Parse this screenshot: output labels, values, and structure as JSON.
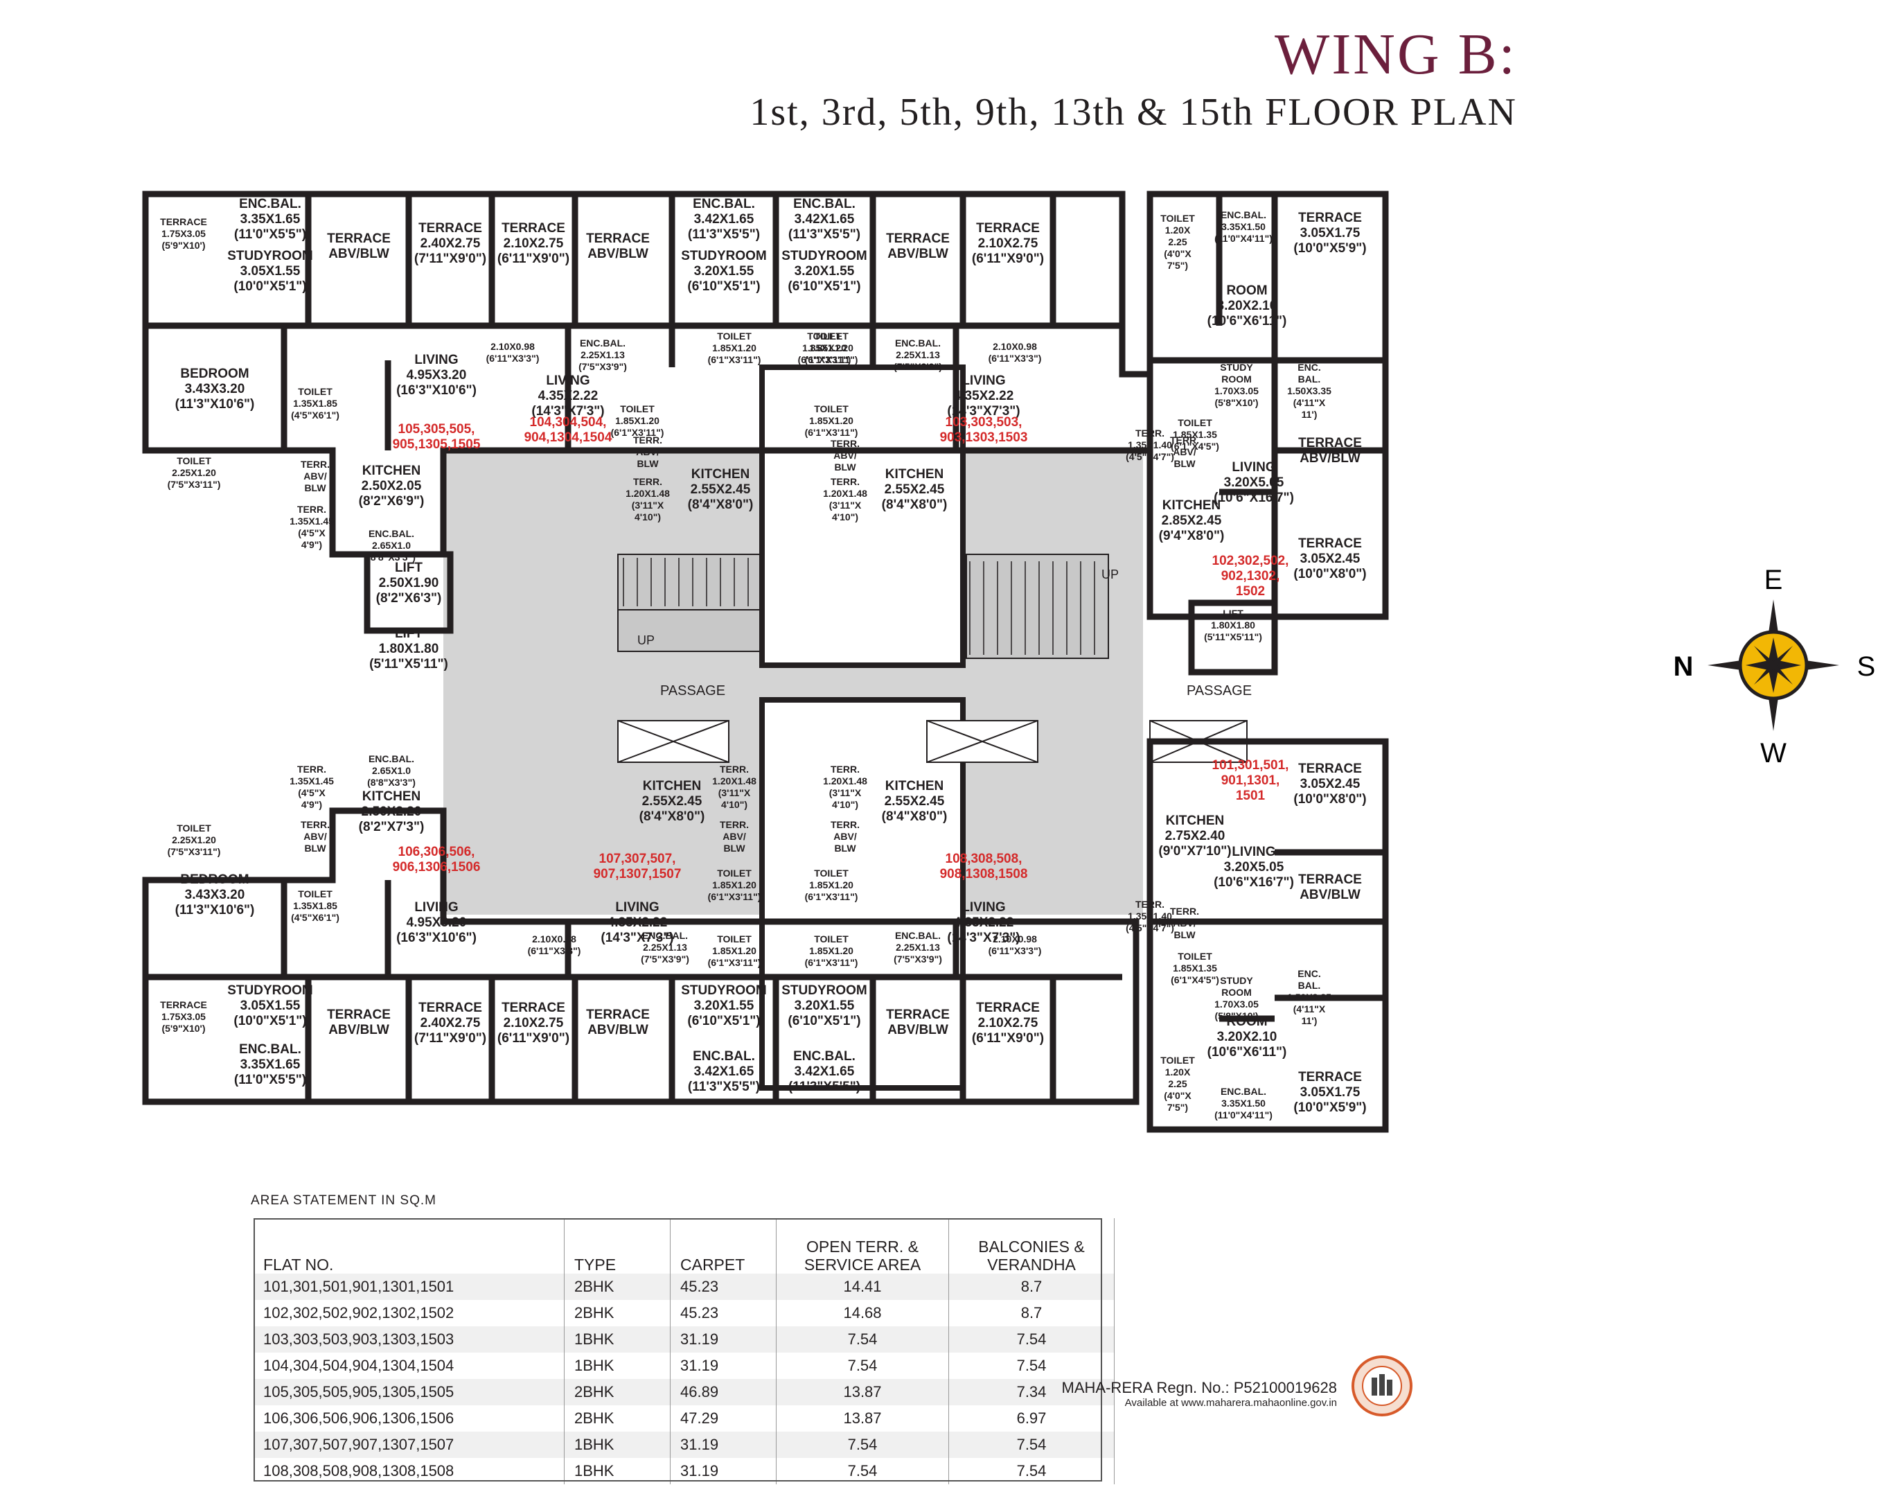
{
  "header": {
    "title": "WING B:",
    "subtitle": "1st, 3rd, 5th, 9th, 13th & 15th FLOOR PLAN"
  },
  "compass": {
    "e": "E",
    "s": "S",
    "w": "W",
    "n": "N"
  },
  "plan": {
    "rooms": [
      {
        "id": "nw-terrace",
        "l": [
          "TERRACE",
          "1.75X3.05",
          "(5'9\"X10')"
        ]
      },
      {
        "id": "nw-encbal",
        "l": [
          "ENC.BAL.",
          "3.35X1.65",
          "(11'0\"X5'5\")"
        ]
      },
      {
        "id": "nw-studyroom",
        "l": [
          "STUDYROOM",
          "3.05X1.55",
          "(10'0\"X5'1\")"
        ]
      },
      {
        "id": "nw-terrace-abv",
        "l": [
          "TERRACE",
          "ABV/BLW"
        ]
      },
      {
        "id": "nw-terrace-2",
        "l": [
          "TERRACE",
          "2.40X2.75",
          "(7'11\"X9'0\")"
        ]
      },
      {
        "id": "n1-terrace",
        "l": [
          "TERRACE",
          "2.10X2.75",
          "(6'11\"X9'0\")"
        ]
      },
      {
        "id": "n1-terrace-abv",
        "l": [
          "TERRACE",
          "ABV/BLW"
        ]
      },
      {
        "id": "n1-encbal",
        "l": [
          "ENC.BAL.",
          "3.42X1.65",
          "(11'3\"X5'5\")"
        ]
      },
      {
        "id": "n1-studyroom",
        "l": [
          "STUDYROOM",
          "3.20X1.55",
          "(6'10\"X5'1\")"
        ]
      },
      {
        "id": "n2-encbal",
        "l": [
          "ENC.BAL.",
          "3.42X1.65",
          "(11'3\"X5'5\")"
        ]
      },
      {
        "id": "n2-studyroom",
        "l": [
          "STUDYROOM",
          "3.20X1.55",
          "(6'10\"X5'1\")"
        ]
      },
      {
        "id": "n2-terrace-abv",
        "l": [
          "TERRACE",
          "ABV/BLW"
        ]
      },
      {
        "id": "n2-terrace",
        "l": [
          "TERRACE",
          "2.10X2.75",
          "(6'11\"X9'0\")"
        ]
      },
      {
        "id": "nw-bedroom",
        "l": [
          "BEDROOM",
          "3.43X3.20",
          "(11'3\"X10'6\")"
        ]
      },
      {
        "id": "nw-toilet-s",
        "l": [
          "TOILET",
          "1.35X1.85",
          "(4'5\"X6'1\")"
        ]
      },
      {
        "id": "nw-living",
        "l": [
          "LIVING",
          "4.95X3.20",
          "(16'3\"X10'6\")"
        ]
      },
      {
        "id": "nw-toilet",
        "l": [
          "TOILET",
          "2.25X1.20",
          "(7'5\"X3'11\")"
        ]
      },
      {
        "id": "nw-terr-abv",
        "l": [
          "TERR.",
          "ABV/",
          "BLW"
        ]
      },
      {
        "id": "nw-kitchen",
        "l": [
          "KITCHEN",
          "2.50X2.05",
          "(8'2\"X6'9\")"
        ]
      },
      {
        "id": "nw-terr-small",
        "l": [
          "TERR.",
          "1.35X1.45",
          "(4'5\"X",
          "4'9\")"
        ]
      },
      {
        "id": "nw-encbal-2",
        "l": [
          "ENC.BAL.",
          "2.65X1.0",
          "(8'8\"X3'3\")"
        ]
      },
      {
        "id": "lift-1",
        "l": [
          "LIFT",
          "2.50X1.90",
          "(8'2\"X6'3\")"
        ]
      },
      {
        "id": "lift-2",
        "l": [
          "LIFT",
          "1.80X1.80",
          "(5'11\"X5'11\")"
        ]
      },
      {
        "id": "n1-bal-small",
        "l": [
          "2.10X0.98",
          "(6'11\"X3'3\")"
        ]
      },
      {
        "id": "n1-encbal-2",
        "l": [
          "ENC.BAL.",
          "2.25X1.13",
          "(7'5\"X3'9\")"
        ]
      },
      {
        "id": "n1-living",
        "l": [
          "LIVING",
          "4.35X2.22",
          "(14'3\"X7'3\")"
        ]
      },
      {
        "id": "n1-toilet",
        "l": [
          "TOILET",
          "1.85X1.20",
          "(6'1\"X3'11\")"
        ]
      },
      {
        "id": "n1-toilet-2",
        "l": [
          "TOILET",
          "1.85X1.20",
          "(6'1\"X3'11\")"
        ]
      },
      {
        "id": "n2-toilet-2",
        "l": [
          "TOILET",
          "1.85X1.20",
          "(6'1\"X3'11\")"
        ]
      },
      {
        "id": "n1-terr-abv",
        "l": [
          "TERR.",
          "ABV/",
          "BLW"
        ]
      },
      {
        "id": "n1-terr-small",
        "l": [
          "TERR.",
          "1.20X1.48",
          "(3'11\"X",
          "4'10\")"
        ]
      },
      {
        "id": "n1-kitchen",
        "l": [
          "KITCHEN",
          "2.55X2.45",
          "(8'4\"X8'0\")"
        ]
      },
      {
        "id": "n2-toilet",
        "l": [
          "TOILET",
          "1.85X1.20",
          "(6'1\"X3'11\")"
        ]
      },
      {
        "id": "n2-encbal-2",
        "l": [
          "ENC.BAL.",
          "2.25X1.13",
          "(7'5\"X3'9\")"
        ]
      },
      {
        "id": "n2-bal-small",
        "l": [
          "2.10X0.98",
          "(6'11\"X3'3\")"
        ]
      },
      {
        "id": "n2-living",
        "l": [
          "LIVING",
          "4.35X2.22",
          "(14'3\"X7'3\")"
        ]
      },
      {
        "id": "n2-toilet-3",
        "l": [
          "TOILET",
          "1.85X1.20",
          "(6'1\"X3'11\")"
        ]
      },
      {
        "id": "n2-terr-abv",
        "l": [
          "TERR.",
          "ABV/",
          "BLW"
        ]
      },
      {
        "id": "n2-terr-small",
        "l": [
          "TERR.",
          "1.20X1.48",
          "(3'11\"X",
          "4'10\")"
        ]
      },
      {
        "id": "n2-kitchen",
        "l": [
          "KITCHEN",
          "2.55X2.45",
          "(8'4\"X8'0\")"
        ]
      },
      {
        "id": "e1-toilet-v",
        "l": [
          "TOILET",
          "1.20X",
          "2.25",
          "(4'0\"X",
          "7'5\")"
        ]
      },
      {
        "id": "e1-encbal",
        "l": [
          "ENC.BAL.",
          "3.35X1.50",
          "(11'0\"X4'11\")"
        ]
      },
      {
        "id": "e1-terrace",
        "l": [
          "TERRACE",
          "3.05X1.75",
          "(10'0\"X5'9\")"
        ]
      },
      {
        "id": "e1-room",
        "l": [
          "ROOM",
          "3.20X2.10",
          "(10'6\"X6'11\")"
        ]
      },
      {
        "id": "e1-study",
        "l": [
          "STUDY",
          "ROOM",
          "1.70X3.05",
          "(5'8\"X10')"
        ]
      },
      {
        "id": "e1-encbal-2",
        "l": [
          "ENC.",
          "BAL.",
          "1.50X3.35",
          "(4'11\"X",
          "11')"
        ]
      },
      {
        "id": "e1-toilet",
        "l": [
          "TOILET",
          "1.85X1.35",
          "(6'1\"X4'5\")"
        ]
      },
      {
        "id": "e1-terr",
        "l": [
          "TERR.",
          "1.35X1.40",
          "(4'5\"X4'7\")"
        ]
      },
      {
        "id": "e1-terr-abv",
        "l": [
          "TERR.",
          "ABV/",
          "BLW"
        ]
      },
      {
        "id": "e1-living",
        "l": [
          "LIVING",
          "3.20X5.05",
          "(10'6\"X16'7\")"
        ]
      },
      {
        "id": "e1-terrace-abv",
        "l": [
          "TERRACE",
          "ABV/BLW"
        ]
      },
      {
        "id": "e1-kitchen",
        "l": [
          "KITCHEN",
          "2.85X2.45",
          "(9'4\"X8'0\")"
        ]
      },
      {
        "id": "e1-terrace-2",
        "l": [
          "TERRACE",
          "3.05X2.45",
          "(10'0\"X8'0\")"
        ]
      },
      {
        "id": "lift-3",
        "l": [
          "LIFT",
          "1.80X1.80",
          "(5'11\"X5'11\")"
        ]
      },
      {
        "id": "sw-terr-small",
        "l": [
          "TERR.",
          "1.35X1.45",
          "(4'5\"X",
          "4'9\")"
        ]
      },
      {
        "id": "sw-encbal-2",
        "l": [
          "ENC.BAL.",
          "2.65X1.0",
          "(8'8\"X3'3\")"
        ]
      },
      {
        "id": "sw-kitchen",
        "l": [
          "KITCHEN",
          "2.50X2.20",
          "(8'2\"X7'3\")"
        ]
      },
      {
        "id": "sw-toilet",
        "l": [
          "TOILET",
          "2.25X1.20",
          "(7'5\"X3'11\")"
        ]
      },
      {
        "id": "sw-terr-abv",
        "l": [
          "TERR.",
          "ABV/",
          "BLW"
        ]
      },
      {
        "id": "sw-bedroom",
        "l": [
          "BEDROOM",
          "3.43X3.20",
          "(11'3\"X10'6\")"
        ]
      },
      {
        "id": "sw-toilet-s",
        "l": [
          "TOILET",
          "1.35X1.85",
          "(4'5\"X6'1\")"
        ]
      },
      {
        "id": "sw-living",
        "l": [
          "LIVING",
          "4.95X3.20",
          "(16'3\"X10'6\")"
        ]
      },
      {
        "id": "sw-terrace",
        "l": [
          "TERRACE",
          "1.75X3.05",
          "(5'9\"X10')"
        ]
      },
      {
        "id": "sw-studyroom",
        "l": [
          "STUDYROOM",
          "3.05X1.55",
          "(10'0\"X5'1\")"
        ]
      },
      {
        "id": "sw-encbal",
        "l": [
          "ENC.BAL.",
          "3.35X1.65",
          "(11'0\"X5'5\")"
        ]
      },
      {
        "id": "sw-terrace-abv",
        "l": [
          "TERRACE",
          "ABV/BLW"
        ]
      },
      {
        "id": "sw-terrace-2",
        "l": [
          "TERRACE",
          "2.40X2.75",
          "(7'11\"X9'0\")"
        ]
      },
      {
        "id": "s1-terrace",
        "l": [
          "TERRACE",
          "2.10X2.75",
          "(6'11\"X9'0\")"
        ]
      },
      {
        "id": "s1-kitchen",
        "l": [
          "KITCHEN",
          "2.55X2.45",
          "(8'4\"X8'0\")"
        ]
      },
      {
        "id": "s1-terr-small",
        "l": [
          "TERR.",
          "1.20X1.48",
          "(3'11\"X",
          "4'10\")"
        ]
      },
      {
        "id": "s1-terr-abv",
        "l": [
          "TERR.",
          "ABV/",
          "BLW"
        ]
      },
      {
        "id": "s1-living",
        "l": [
          "LIVING",
          "4.35X2.22",
          "(14'3\"X7'3\")"
        ]
      },
      {
        "id": "s1-toilet",
        "l": [
          "TOILET",
          "1.85X1.20",
          "(6'1\"X3'11\")"
        ]
      },
      {
        "id": "s1-bal-small",
        "l": [
          "2.10X0.98",
          "(6'11\"X3'3\")"
        ]
      },
      {
        "id": "s1-encbal-2",
        "l": [
          "ENC.BAL.",
          "2.25X1.13",
          "(7'5\"X3'9\")"
        ]
      },
      {
        "id": "s1-toilet-2",
        "l": [
          "TOILET",
          "1.85X1.20",
          "(6'1\"X3'11\")"
        ]
      },
      {
        "id": "s1-terrace-abv",
        "l": [
          "TERRACE",
          "ABV/BLW"
        ]
      },
      {
        "id": "s1-studyroom",
        "l": [
          "STUDYROOM",
          "3.20X1.55",
          "(6'10\"X5'1\")"
        ]
      },
      {
        "id": "s1-encbal",
        "l": [
          "ENC.BAL.",
          "3.42X1.65",
          "(11'3\"X5'5\")"
        ]
      },
      {
        "id": "s2-terr-small",
        "l": [
          "TERR.",
          "1.20X1.48",
          "(3'11\"X",
          "4'10\")"
        ]
      },
      {
        "id": "s2-kitchen",
        "l": [
          "KITCHEN",
          "2.55X2.45",
          "(8'4\"X8'0\")"
        ]
      },
      {
        "id": "s2-terr-abv",
        "l": [
          "TERR.",
          "ABV/",
          "BLW"
        ]
      },
      {
        "id": "s2-toilet",
        "l": [
          "TOILET",
          "1.85X1.20",
          "(6'1\"X3'11\")"
        ]
      },
      {
        "id": "s2-living",
        "l": [
          "LIVING",
          "4.35X2.22",
          "(14'3\"X7'3\")"
        ]
      },
      {
        "id": "s2-toilet-2",
        "l": [
          "TOILET",
          "1.85X1.20",
          "(6'1\"X3'11\")"
        ]
      },
      {
        "id": "s2-encbal-2",
        "l": [
          "ENC.BAL.",
          "2.25X1.13",
          "(7'5\"X3'9\")"
        ]
      },
      {
        "id": "s2-bal-small",
        "l": [
          "2.10X0.98",
          "(6'11\"X3'3\")"
        ]
      },
      {
        "id": "s2-studyroom",
        "l": [
          "STUDYROOM",
          "3.20X1.55",
          "(6'10\"X5'1\")"
        ]
      },
      {
        "id": "s2-encbal",
        "l": [
          "ENC.BAL.",
          "3.42X1.65",
          "(11'3\"X5'5\")"
        ]
      },
      {
        "id": "s2-terrace-abv",
        "l": [
          "TERRACE",
          "ABV/BLW"
        ]
      },
      {
        "id": "s2-terrace",
        "l": [
          "TERRACE",
          "2.10X2.75",
          "(6'11\"X9'0\")"
        ]
      },
      {
        "id": "e2-kitchen",
        "l": [
          "KITCHEN",
          "2.75X2.40",
          "(9'0\"X7'10\")"
        ]
      },
      {
        "id": "e2-terrace",
        "l": [
          "TERRACE",
          "3.05X2.45",
          "(10'0\"X8'0\")"
        ]
      },
      {
        "id": "e2-living",
        "l": [
          "LIVING",
          "3.20X5.05",
          "(10'6\"X16'7\")"
        ]
      },
      {
        "id": "e2-terrace-abv",
        "l": [
          "TERRACE",
          "ABV/BLW"
        ]
      },
      {
        "id": "e2-terr",
        "l": [
          "TERR.",
          "1.35X1.40",
          "(4'5\"X4'7\")"
        ]
      },
      {
        "id": "e2-terr-abv",
        "l": [
          "TERR.",
          "ABV/",
          "BLW"
        ]
      },
      {
        "id": "e2-toilet",
        "l": [
          "TOILET",
          "1.85X1.35",
          "(6'1\"X4'5\")"
        ]
      },
      {
        "id": "e2-study",
        "l": [
          "STUDY",
          "ROOM",
          "1.70X3.05",
          "(5'8\"X10')"
        ]
      },
      {
        "id": "e2-encbal-2",
        "l": [
          "ENC.",
          "BAL.",
          "1.50X3.35",
          "(4'11\"X",
          "11')"
        ]
      },
      {
        "id": "e2-room",
        "l": [
          "ROOM",
          "3.20X2.10",
          "(10'6\"X6'11\")"
        ]
      },
      {
        "id": "e2-toilet-v",
        "l": [
          "TOILET",
          "1.20X",
          "2.25",
          "(4'0\"X",
          "7'5\")"
        ]
      },
      {
        "id": "e2-encbal",
        "l": [
          "ENC.BAL.",
          "3.35X1.50",
          "(11'0\"X4'11\")"
        ]
      },
      {
        "id": "e2-terrace-2",
        "l": [
          "TERRACE",
          "3.05X1.75",
          "(10'0\"X5'9\")"
        ]
      }
    ],
    "flats": [
      {
        "id": "flat-105",
        "l": [
          "105,305,505,",
          "905,1305,1505"
        ]
      },
      {
        "id": "flat-104",
        "l": [
          "104,304,504,",
          "904,1304,1504"
        ]
      },
      {
        "id": "flat-103",
        "l": [
          "103,303,503,",
          "903,1303,1503"
        ]
      },
      {
        "id": "flat-102",
        "l": [
          "102,302,502,",
          "902,1302,",
          "1502"
        ]
      },
      {
        "id": "flat-101",
        "l": [
          "101,301,501,",
          "901,1301,",
          "1501"
        ]
      },
      {
        "id": "flat-106",
        "l": [
          "106,306,506,",
          "906,1306,1506"
        ]
      },
      {
        "id": "flat-107",
        "l": [
          "107,307,507,",
          "907,1307,1507"
        ]
      },
      {
        "id": "flat-108",
        "l": [
          "108,308,508,",
          "908,1308,1508"
        ]
      }
    ],
    "labels": {
      "passage": "PASSAGE",
      "up": "UP"
    }
  },
  "area": {
    "caption": "AREA STATEMENT IN SQ.M",
    "headers": [
      "FLAT NO.",
      "TYPE",
      "CARPET",
      "OPEN TERR. &\nSERVICE AREA",
      "BALCONIES &\nVERANDHA"
    ],
    "rows": [
      [
        "101,301,501,901,1301,1501",
        "2BHK",
        "45.23",
        "14.41",
        "8.7"
      ],
      [
        "102,302,502,902,1302,1502",
        "2BHK",
        "45.23",
        "14.68",
        "8.7"
      ],
      [
        "103,303,503,903,1303,1503",
        "1BHK",
        "31.19",
        "7.54",
        "7.54"
      ],
      [
        "104,304,504,904,1304,1504",
        "1BHK",
        "31.19",
        "7.54",
        "7.54"
      ],
      [
        "105,305,505,905,1305,1505",
        "2BHK",
        "46.89",
        "13.87",
        "7.34"
      ],
      [
        "106,306,506,906,1306,1506",
        "2BHK",
        "47.29",
        "13.87",
        "6.97"
      ],
      [
        "107,307,507,907,1307,1507",
        "1BHK",
        "31.19",
        "7.54",
        "7.54"
      ],
      [
        "108,308,508,908,1308,1508",
        "1BHK",
        "31.19",
        "7.54",
        "7.54"
      ]
    ]
  },
  "rera": {
    "regn": "MAHA-RERA Regn. No.: P52100019628",
    "site": "Available at www.maharera.mahaonline.gov.in"
  }
}
